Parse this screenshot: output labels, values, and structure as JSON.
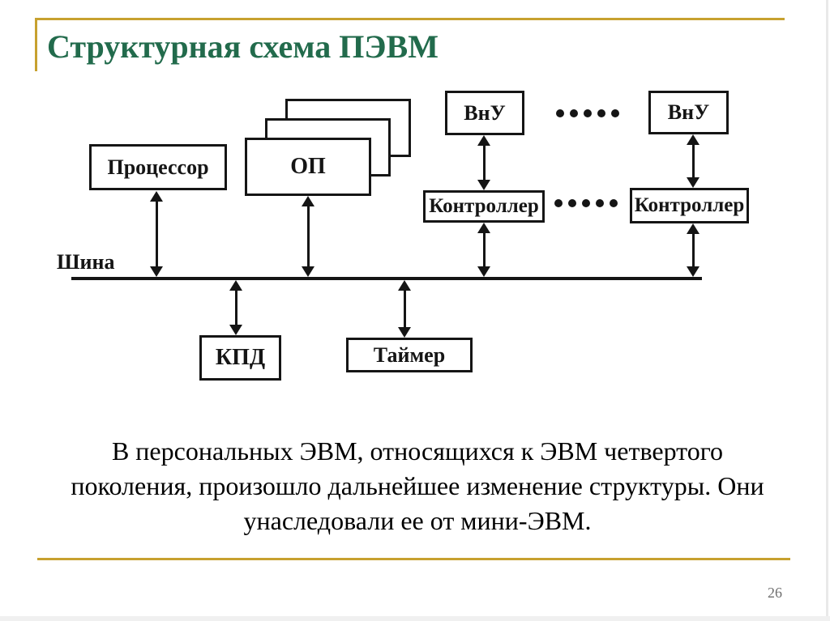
{
  "header": {
    "title": "Структурная схема ПЭВМ"
  },
  "diagram": {
    "bus_label": "Шина",
    "processor_label": "Процессор",
    "op_label": "ОП",
    "vnu1_label": "ВнУ",
    "vnu2_label": "ВнУ",
    "controller1_label": "Контроллер",
    "controller2_label": "Контроллер",
    "kpd_label": "КПД",
    "timer_label": "Таймер"
  },
  "body": {
    "lines": [
      "В персональных ЭВМ, относящихся к ЭВМ четвертого",
      "поколения, произошло дальнейшее изменение структуры. Они",
      "унаследовали ее от мини-ЭВМ."
    ]
  },
  "footer": {
    "page_number": "26"
  },
  "colors": {
    "accent": "#C7A12F",
    "title": "#226B4C",
    "ink": "#151515",
    "muted": "#6e6e6e"
  }
}
